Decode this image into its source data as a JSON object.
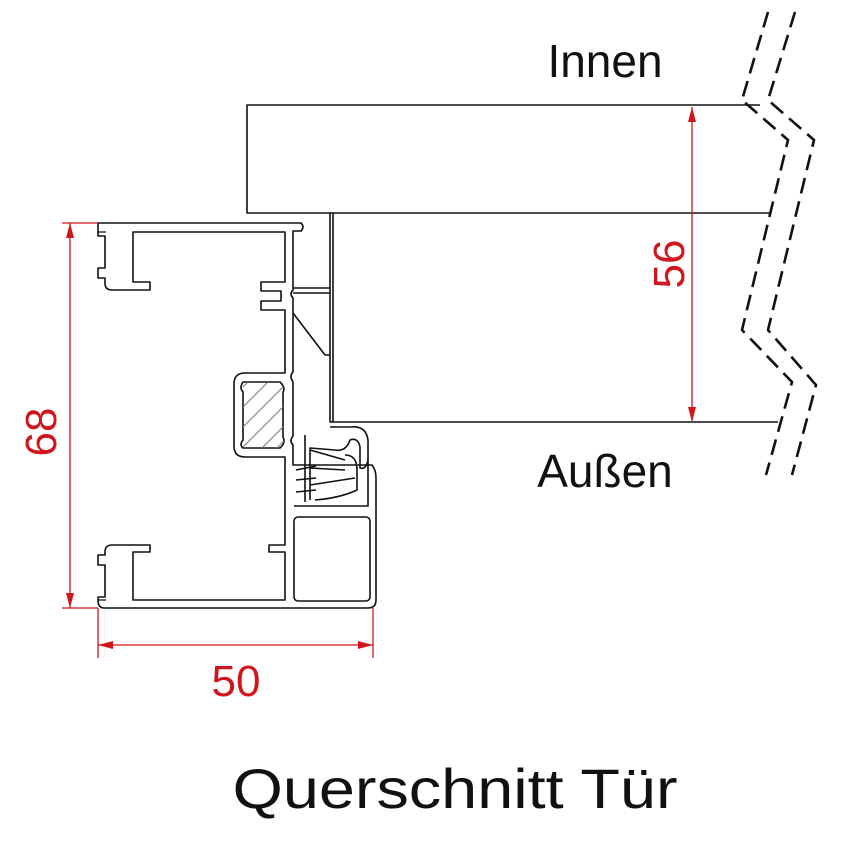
{
  "labels": {
    "inside": "Innen",
    "outside": "Außen",
    "title": "Querschnitt Tür"
  },
  "dimensions": {
    "frame_height": "68",
    "glass_thickness": "56",
    "frame_width": "50"
  },
  "colors": {
    "dimension": "#d0161c",
    "line": "#111111"
  }
}
